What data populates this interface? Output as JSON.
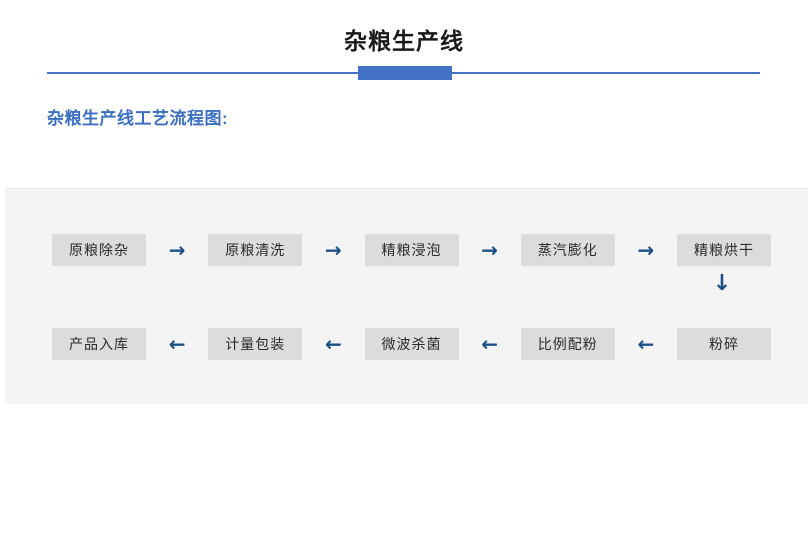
{
  "header": {
    "title": "杂粮生产线",
    "accent_color": "#4472C4",
    "divider_color": "#4472C4"
  },
  "subtitle": {
    "text": "杂粮生产线工艺流程图:",
    "color": "#3B6FC0"
  },
  "flowchart": {
    "panel_background": "#F4F4F4",
    "box_background": "#DCDCDC",
    "arrow_color": "#1B4F86",
    "rows": [
      {
        "direction": "left-to-right",
        "steps": [
          {
            "label": "原粮除杂"
          },
          {
            "label": "原粮清洗"
          },
          {
            "label": "精粮浸泡"
          },
          {
            "label": "蒸汽膨化"
          },
          {
            "label": "精粮烘干"
          }
        ],
        "arrows": [
          {
            "glyph": "→"
          },
          {
            "glyph": "→"
          },
          {
            "glyph": "→"
          },
          {
            "glyph": "→"
          }
        ]
      },
      {
        "direction": "right-to-left",
        "steps": [
          {
            "label": "产品入库"
          },
          {
            "label": "计量包装"
          },
          {
            "label": "微波杀菌"
          },
          {
            "label": "比例配粉"
          },
          {
            "label": "粉碎"
          }
        ],
        "arrows": [
          {
            "glyph": "←"
          },
          {
            "glyph": "←"
          },
          {
            "glyph": "←"
          },
          {
            "glyph": "←"
          }
        ]
      }
    ],
    "connector_down": {
      "glyph": "↓"
    }
  }
}
